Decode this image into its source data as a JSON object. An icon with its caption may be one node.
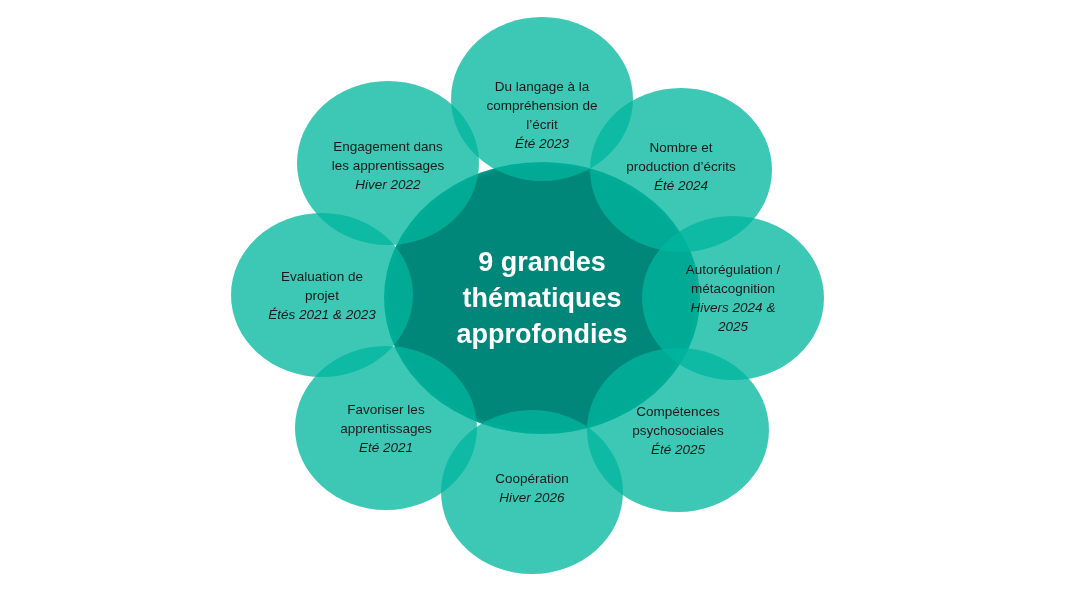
{
  "diagram": {
    "nodes": [
      {
        "text": [
          "9 grandes thématiques approfondies"
        ]
      },
      {
        "text": [
          "Du langage à la compréhension de l’écrit",
          "Été 2023"
        ]
      },
      {
        "text": [
          "Nombre et production d’écrits",
          "Été 2024"
        ]
      },
      {
        "text": [
          "Autorégulation / métacognition",
          "Hivers 2024 & 2025"
        ]
      },
      {
        "text": [
          "Compétences psychosociales",
          "Été 2025"
        ]
      },
      {
        "text": [
          "Coopération",
          "Hiver 2026"
        ]
      },
      {
        "text": [
          "Favoriser les apprentissages",
          "Eté 2021"
        ]
      },
      {
        "text": [
          "Evaluation de projet",
          "Étés 2021 & 2023"
        ]
      },
      {
        "text": [
          "Engagement dans les apprentissages",
          "Hiver 2022"
        ]
      }
    ]
  }
}
